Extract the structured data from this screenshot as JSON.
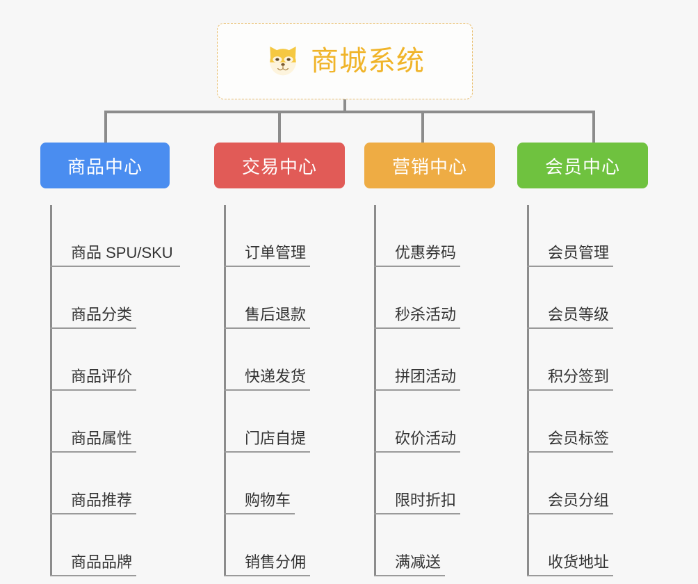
{
  "diagram": {
    "type": "org-chart",
    "background_color": "#f7f7f7",
    "root": {
      "title": "商城系统",
      "icon": "shiba-dog-face-icon",
      "accent_color": "#f0b429",
      "border_color": "#e8bc6a"
    },
    "branches": [
      {
        "label": "商品中心",
        "color": "#4a8df0",
        "items": [
          "商品 SPU/SKU",
          "商品分类",
          "商品评价",
          "商品属性",
          "商品推荐",
          "商品品牌"
        ]
      },
      {
        "label": "交易中心",
        "color": "#e15b57",
        "items": [
          "订单管理",
          "售后退款",
          "快递发货",
          "门店自提",
          "购物车",
          "销售分佣"
        ]
      },
      {
        "label": "营销中心",
        "color": "#eeac44",
        "items": [
          "优惠券码",
          "秒杀活动",
          "拼团活动",
          "砍价活动",
          "限时折扣",
          "满减送"
        ]
      },
      {
        "label": "会员中心",
        "color": "#6fc23f",
        "items": [
          "会员管理",
          "会员等级",
          "积分签到",
          "会员标签",
          "会员分组",
          "收货地址"
        ]
      }
    ]
  }
}
